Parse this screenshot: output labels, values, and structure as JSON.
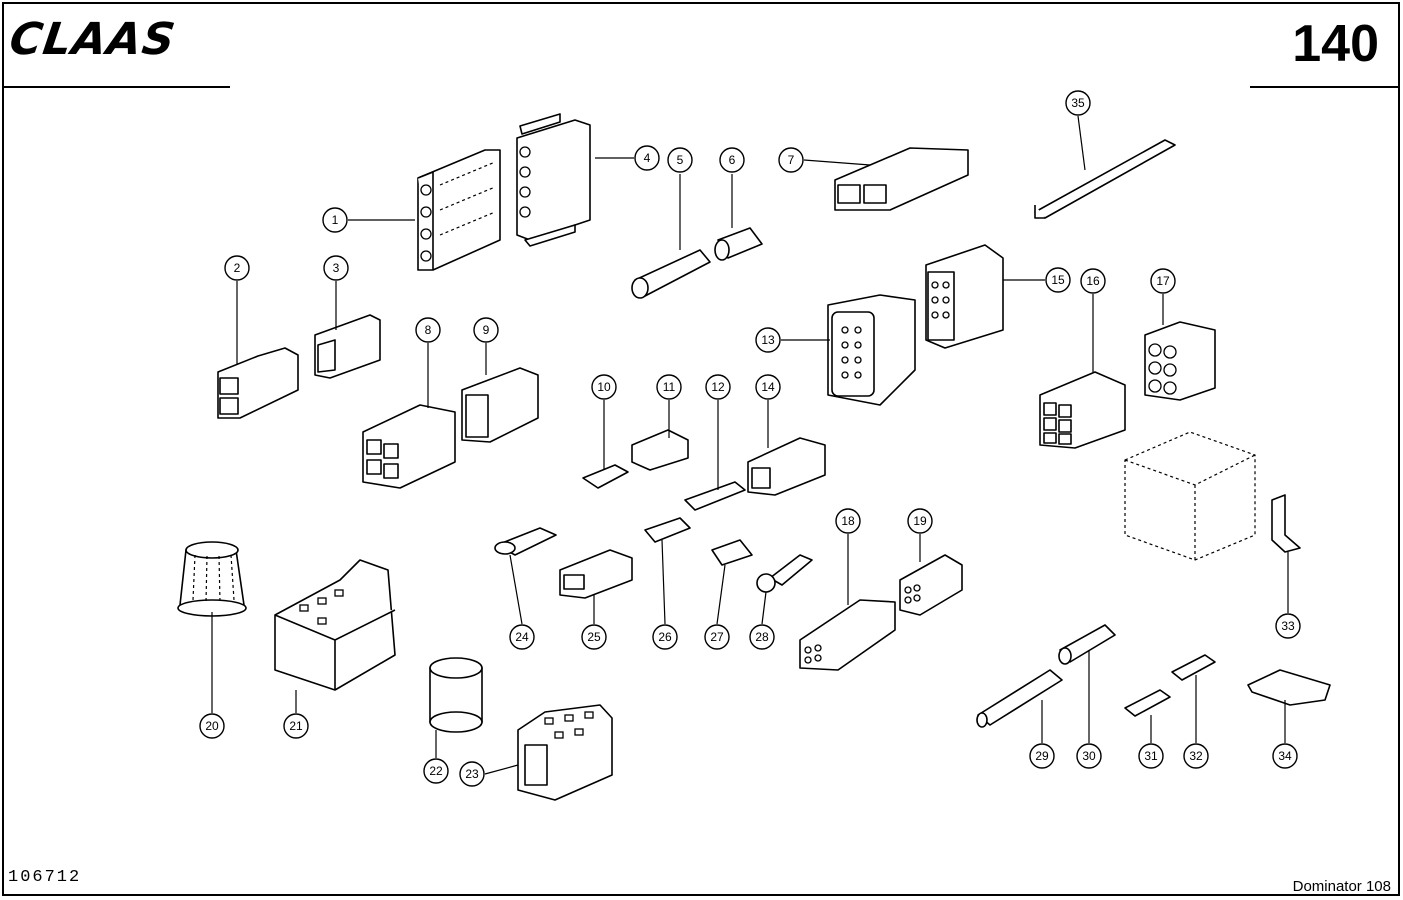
{
  "header": {
    "brand": "CLAAS",
    "page_number": "140"
  },
  "footer": {
    "document_id": "106712",
    "model": "Dominator 108"
  },
  "callouts": [
    "1",
    "2",
    "3",
    "4",
    "5",
    "6",
    "7",
    "8",
    "9",
    "10",
    "11",
    "12",
    "13",
    "14",
    "15",
    "16",
    "17",
    "18",
    "19",
    "20",
    "21",
    "22",
    "23",
    "24",
    "25",
    "26",
    "27",
    "28",
    "29",
    "30",
    "31",
    "32",
    "33",
    "34",
    "35"
  ]
}
